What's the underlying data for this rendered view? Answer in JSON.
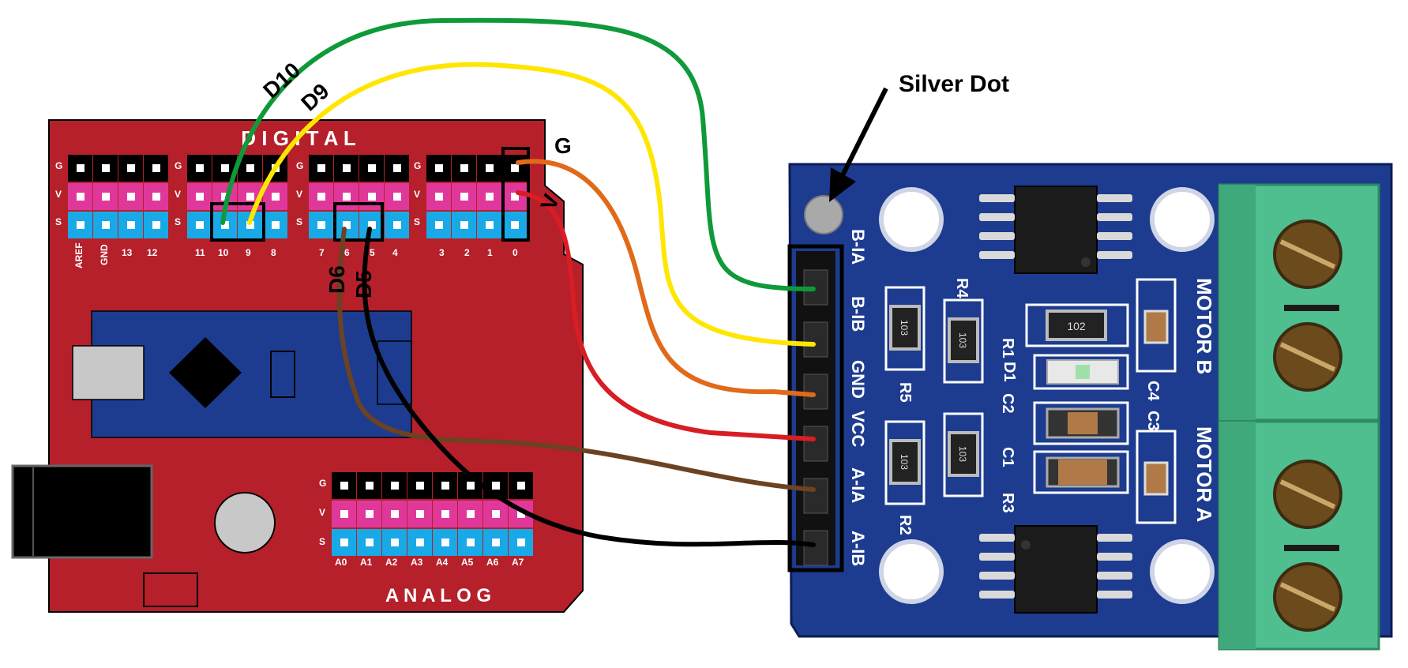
{
  "shield": {
    "digital_label": "D I G I T A L",
    "analog_label": "A N A L O G",
    "row_labels": [
      "G",
      "V",
      "S"
    ],
    "digital_pins_group1": [
      "AREF",
      "GND",
      "13",
      "12"
    ],
    "digital_pins_group2": [
      "11",
      "10",
      "9",
      "8"
    ],
    "digital_pins_group3": [
      "7",
      "6",
      "5",
      "4"
    ],
    "digital_pins_group4": [
      "3",
      "2",
      "1",
      "0"
    ],
    "analog_pins": [
      "A0",
      "A1",
      "A2",
      "A3",
      "A4",
      "A5",
      "A6",
      "A7"
    ]
  },
  "wire_labels": {
    "d10": "D10",
    "d9": "D9",
    "d6": "D6",
    "d5": "D5",
    "g": "G",
    "v": "V"
  },
  "callout": {
    "silver_dot": "Silver Dot"
  },
  "driver": {
    "header_pins": [
      "B-IA",
      "B-IB",
      "GND",
      "VCC",
      "A-IA",
      "A-IB"
    ],
    "motor_b": "MOTOR B",
    "motor_a": "MOTOR A",
    "components": {
      "r1": "R1",
      "r2": "R2",
      "r3": "R3",
      "r4": "R4",
      "r5": "R5",
      "c1": "C1",
      "c2": "C2",
      "c3": "C3",
      "c4": "C4",
      "d1": "D1",
      "res_code_102": "102",
      "res_code_103": "103"
    }
  },
  "colors": {
    "shield_red": "#b5202a",
    "board_blue": "#1d3c8f",
    "terminal_green": "#4fbf8f",
    "wire_green": "#0f9a3a",
    "wire_yellow": "#ffe600",
    "wire_orange": "#e06a1a",
    "wire_red": "#d81d25",
    "wire_brown": "#6b4322",
    "wire_black": "#000000",
    "pin_black": "#000000",
    "pin_pink": "#e0389a",
    "pin_cyan": "#19a9e6"
  }
}
